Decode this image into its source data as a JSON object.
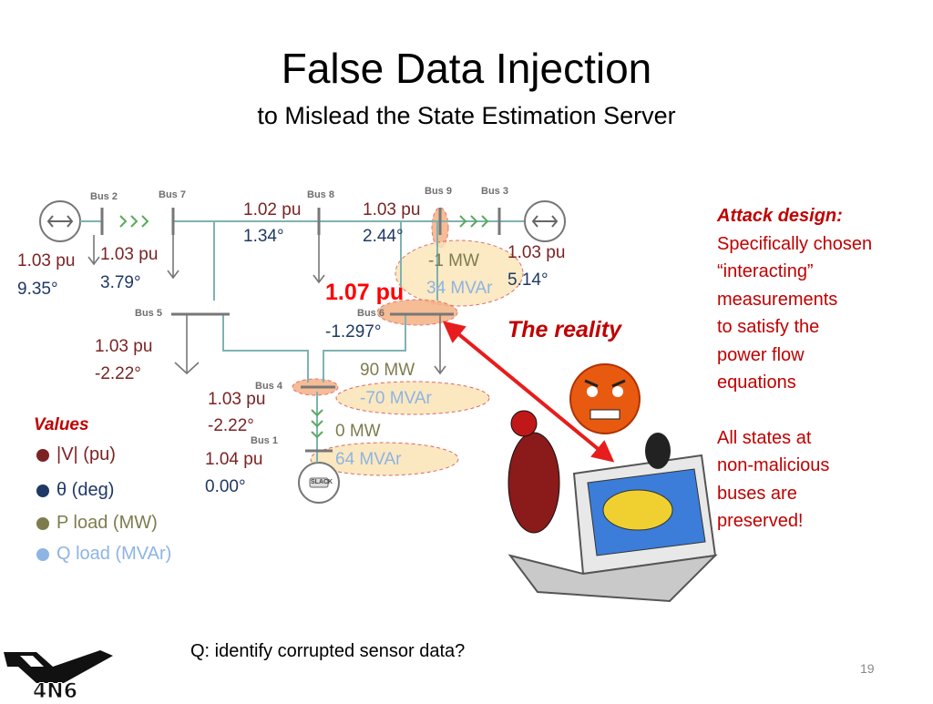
{
  "slide": {
    "title": "False Data Injection",
    "subtitle": "to Mislead the State Estimation Server",
    "question": "Q: identify corrupted sensor data?",
    "page_number": "19",
    "logo_text": "4N6"
  },
  "buses": {
    "bus1": "Bus 1",
    "bus2": "Bus 2",
    "bus3": "Bus 3",
    "bus4": "Bus 4",
    "bus5": "Bus 5",
    "bus6": "Bus 6",
    "bus7": "Bus 7",
    "bus8": "Bus 8",
    "bus9": "Bus 9",
    "slack": "SLACK"
  },
  "readings": {
    "gen2_v": "1.03 pu",
    "gen2_a": "9.35°",
    "bus7_v": "1.03 pu",
    "bus7_a": "3.79°",
    "bus8_v": "1.02 pu",
    "bus8_a": "1.34°",
    "bus9_v": "1.03 pu",
    "bus9_a": "2.44°",
    "bus3_v": "1.03 pu",
    "bus3_a": "5.14°",
    "bus9_load_p": "-1 MW",
    "bus9_load_q": "34 MVAr",
    "bus6_v": "1.07 pu",
    "bus6_a": "-1.297°",
    "bus5_v": "1.03 pu",
    "bus5_a": "-2.22°",
    "bus6_load_p": "90 MW",
    "bus6_load_q": "-70 MVAr",
    "bus4_v": "1.03 pu",
    "bus4_a": "-2.22°",
    "bus4_load_p": "0 MW",
    "bus4_load_q": "64 MVAr",
    "bus1_v": "1.04 pu",
    "bus1_a": "0.00°"
  },
  "legend": {
    "title": "Values",
    "items": [
      {
        "label": "|V| (pu)",
        "color": "#7b2323"
      },
      {
        "label": "θ (deg)",
        "color": "#1f3864"
      },
      {
        "label": "P load (MW)",
        "color": "#7d7c4f"
      },
      {
        "label": "Q load (MVAr)",
        "color": "#8eb4e3"
      }
    ]
  },
  "annotation": {
    "reality": "The reality"
  },
  "attack_panel": {
    "title": "Attack design:",
    "line1": "Specifically chosen",
    "line2": "“interacting”",
    "line3": "measurements",
    "line4": "to satisfy the",
    "line5": "power flow",
    "line6": "equations",
    "line7": "All states at",
    "line8": "non-malicious",
    "line9": "buses are",
    "line10": "preserved!"
  },
  "colors": {
    "red": "#c00000",
    "highlight_fill": "#f4b183",
    "load_fill": "#fbe5b6",
    "line_teal": "#7fb2b2",
    "line_gray": "#909090"
  }
}
